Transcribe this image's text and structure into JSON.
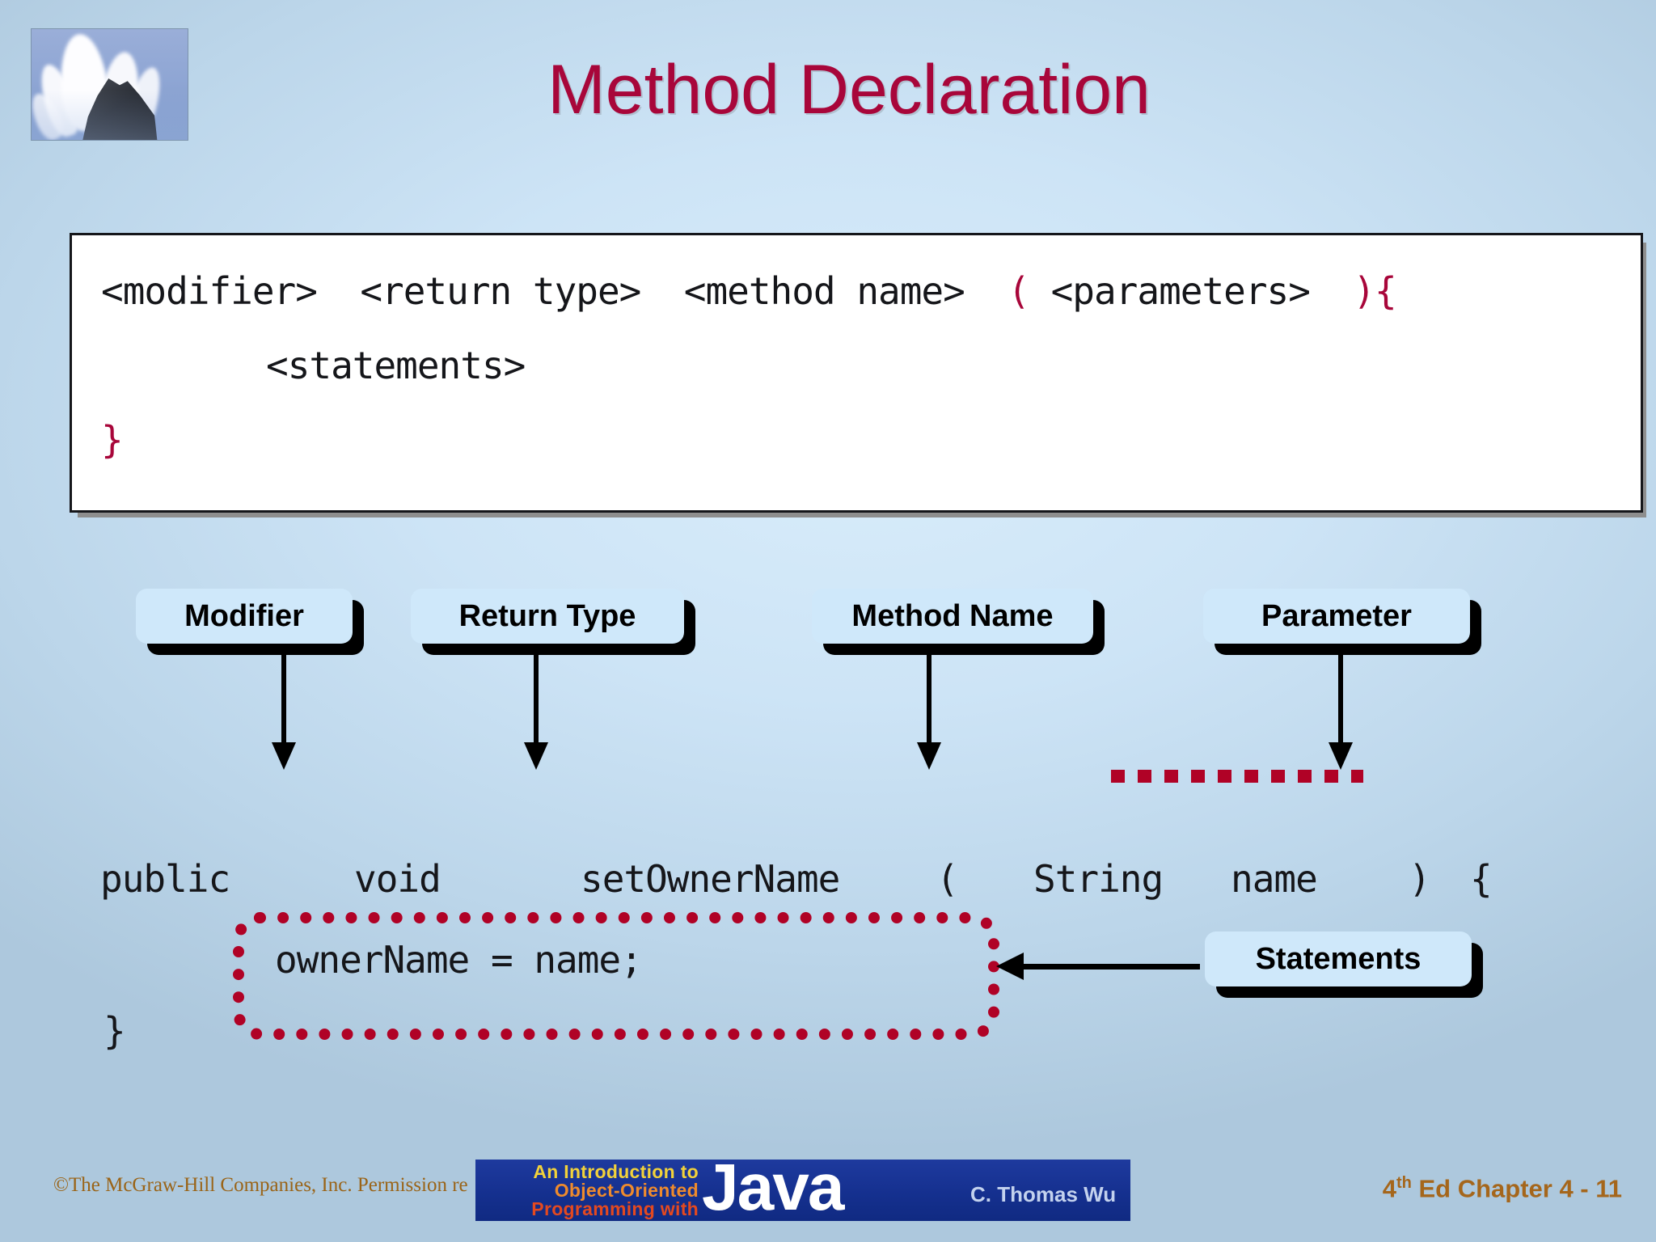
{
  "slide": {
    "title": "Method Declaration",
    "title_color": "#a8063a",
    "background_color": "#cde4f6"
  },
  "logo": {
    "name": "wave-crashing-on-rock-photo"
  },
  "syntax_panel": {
    "line1": {
      "modifier": "<modifier>",
      "gap1": "  ",
      "return_type": "<return type>",
      "gap2": "  ",
      "method_name": "<method name>",
      "gap3": "  ",
      "open_paren": "(",
      "gap4": " ",
      "parameters": "<parameters>",
      "gap5": "  ",
      "close_paren": ")",
      "open_brace": "{"
    },
    "line2": "<statements>",
    "line3": "}"
  },
  "callouts": [
    {
      "label": "Modifier"
    },
    {
      "label": "Return Type"
    },
    {
      "label": "Method Name"
    },
    {
      "label": "Parameter"
    },
    {
      "label": "Statements"
    }
  ],
  "example_code": {
    "modifier": "public",
    "return_type": "void",
    "method_name": "setOwnerName",
    "open_paren": "(",
    "param_type": "String",
    "param_name": "name",
    "close_paren": ")",
    "open_brace": "{",
    "statement": "ownerName = name;",
    "close_brace": "}"
  },
  "accent_colors": {
    "crimson": "#a8063a",
    "dotted_red": "#b00226",
    "keyword_blue": "#2b34cf",
    "callout_fill": "#cfe8fa"
  },
  "footer": {
    "copyright": "©The McGraw-Hill Companies, Inc. Permission re",
    "chapter_prefix": "4",
    "chapter_sup": "th",
    "chapter_rest": " Ed Chapter 4 - 11"
  },
  "banner": {
    "line1": "An Introduction to",
    "line2": "Object-Oriented",
    "line3": "Programming with",
    "wordmark": "Java",
    "author": "C. Thomas Wu"
  }
}
